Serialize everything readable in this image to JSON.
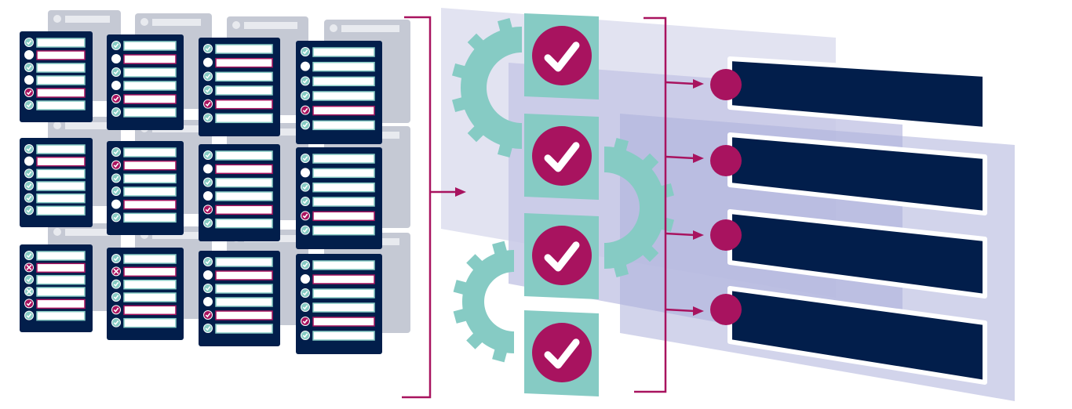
{
  "colors": {
    "navy": "#021e4b",
    "magenta": "#a8135f",
    "teal": "#86cbc4",
    "ghost": "#c5c9d4",
    "panel_light": "#e2e3f1",
    "panel_mid": "#c7c8e6",
    "panel_dark": "#adb1da",
    "white": "#ffffff"
  },
  "icons": {
    "checklist_item": "check-circle-icon",
    "gear": "gear-icon",
    "approval": "check-circle-icon",
    "arrow": "arrow-right-icon",
    "bracket": "bracket-icon"
  },
  "checklists": [
    [
      "tc",
      "me",
      "tc",
      "te",
      "mc",
      "tc"
    ],
    [
      "tc",
      "me",
      "tc",
      "te",
      "mc",
      "tc"
    ],
    [
      "tc",
      "me",
      "tc",
      "tc",
      "mc",
      "tc"
    ],
    [
      "tc",
      "te",
      "tc",
      "tc",
      "mc",
      "tc"
    ],
    [
      "tc",
      "me",
      "tc",
      "tc",
      "tc",
      "tc"
    ],
    [
      "tc",
      "mc",
      "tc",
      "tc",
      "me",
      "tc"
    ],
    [
      "tc",
      "me",
      "tc",
      "te",
      "mc",
      "tc"
    ],
    [
      "tc",
      "te",
      "tc",
      "tc",
      "mc",
      "tc"
    ],
    [
      "tc",
      "mx",
      "tc",
      "tx",
      "mc",
      "tc"
    ],
    [
      "tc",
      "mx",
      "tc",
      "tc",
      "mc",
      "tc"
    ],
    [
      "tc",
      "me",
      "tc",
      "te",
      "mc",
      "tc"
    ],
    [
      "tc",
      "me",
      "tc",
      "tc",
      "mc",
      "tc"
    ]
  ],
  "approved_steps": 4,
  "outputs": 4
}
